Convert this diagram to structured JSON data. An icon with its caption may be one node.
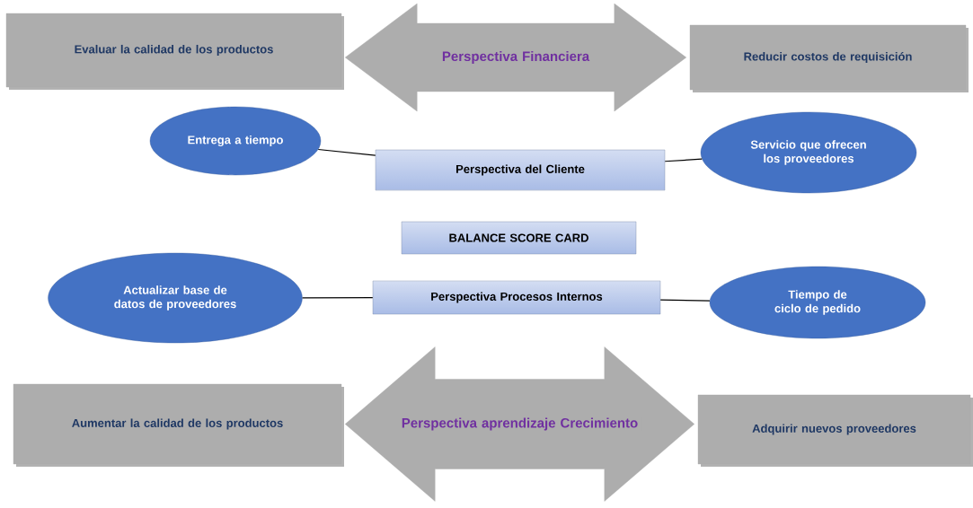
{
  "diagram": {
    "nodes": [
      {
        "text": [
          "Evaluar la calidad de los productos"
        ]
      },
      {
        "text": [
          "Reducir costos de requisición"
        ]
      },
      {
        "text": [
          "Entrega a tiempo"
        ]
      },
      {
        "text": [
          "Perspectiva del Cliente"
        ]
      },
      {
        "text": [
          "Servicio que ofrecen los proveedores"
        ]
      },
      {
        "text": [
          "BALANCE SCORE CARD"
        ]
      },
      {
        "text": [
          "Actualizar base de datos de proveedores"
        ]
      },
      {
        "text": [
          "Perspectiva Procesos Internos"
        ]
      },
      {
        "text": [
          "Tiempo de ciclo de pedido"
        ]
      },
      {
        "text": [
          "Aumentar la calidad de los productos"
        ]
      },
      {
        "text": [
          "Adquirir nuevos proveedores"
        ]
      }
    ],
    "edges": [
      {
        "from": 0,
        "to": 1,
        "arrow": "both",
        "label": "Perspectiva Financiera",
        "style": "thick",
        "color": "#adadad"
      },
      {
        "from": 2,
        "to": 3,
        "arrow": "none"
      },
      {
        "from": 3,
        "to": 4,
        "arrow": "none"
      },
      {
        "from": 6,
        "to": 7,
        "arrow": "none"
      },
      {
        "from": 7,
        "to": 8,
        "arrow": "none"
      },
      {
        "from": 9,
        "to": 10,
        "arrow": "both",
        "label": "Perspectiva aprendizaje Crecimiento",
        "style": "thick",
        "color": "#adadad"
      }
    ]
  }
}
